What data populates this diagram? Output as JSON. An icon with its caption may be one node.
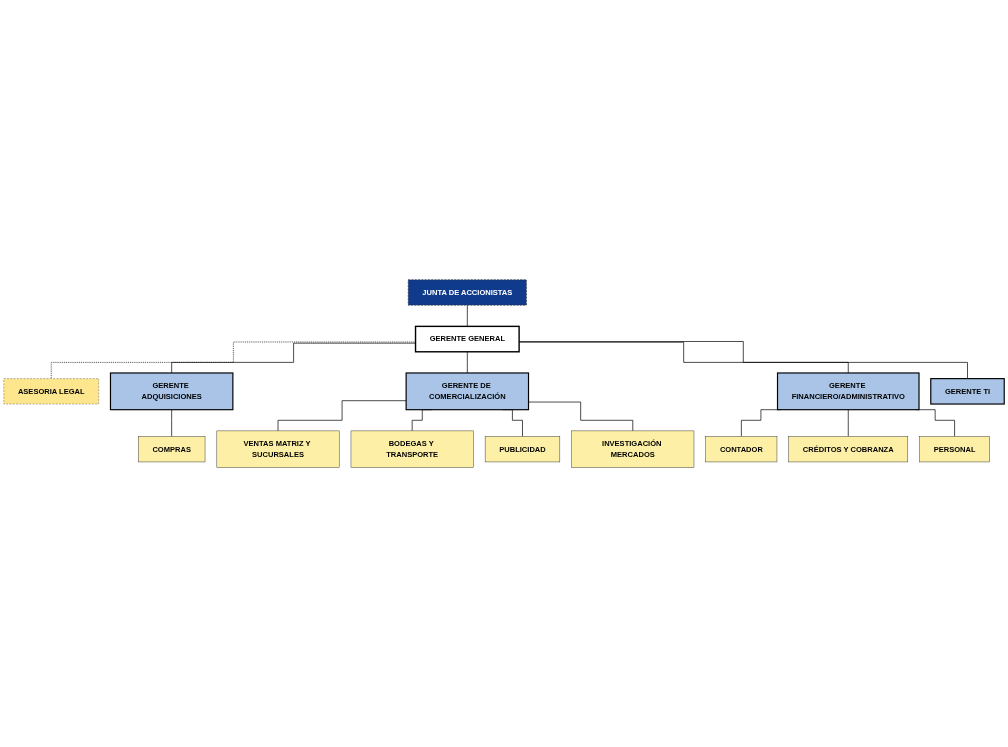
{
  "diagram": {
    "nodes": [
      {
        "text": [
          "JUNTA DE ACCIONISTAS"
        ]
      },
      {
        "text": [
          "GERENTE GENERAL"
        ]
      },
      {
        "text": [
          "ASESORIA LEGAL"
        ]
      },
      {
        "text": [
          "GERENTE ADQUISICIONES"
        ]
      },
      {
        "text": [
          "GERENTE DE COMERCIALIZACIÓN"
        ]
      },
      {
        "text": [
          "GERENTE FINANCIERO/ADMINISTRATIVO"
        ]
      },
      {
        "text": [
          "GERENTE TI"
        ]
      },
      {
        "text": [
          "COMPRAS"
        ]
      },
      {
        "text": [
          "VENTAS MATRIZ Y SUCURSALES"
        ]
      },
      {
        "text": [
          "BODEGAS Y TRANSPORTE"
        ]
      },
      {
        "text": [
          "PUBLICIDAD"
        ]
      },
      {
        "text": [
          "INVESTIGACIÓN MERCADOS"
        ]
      },
      {
        "text": [
          "CONTADOR"
        ]
      },
      {
        "text": [
          "CRÉDITOS Y COBRANZA"
        ]
      },
      {
        "text": [
          "PERSONAL"
        ]
      }
    ],
    "edges": [
      {
        "from": 0,
        "to": 1,
        "arrow": "none"
      },
      {
        "from": 1,
        "to": 2,
        "arrow": "none",
        "style": "dashed"
      },
      {
        "from": 1,
        "to": 3,
        "arrow": "none"
      },
      {
        "from": 1,
        "to": 4,
        "arrow": "none"
      },
      {
        "from": 1,
        "to": 5,
        "arrow": "none"
      },
      {
        "from": 1,
        "to": 6,
        "arrow": "none"
      },
      {
        "from": 3,
        "to": 7,
        "arrow": "none"
      },
      {
        "from": 4,
        "to": 8,
        "arrow": "none"
      },
      {
        "from": 4,
        "to": 9,
        "arrow": "none"
      },
      {
        "from": 4,
        "to": 10,
        "arrow": "none"
      },
      {
        "from": 4,
        "to": 11,
        "arrow": "none"
      },
      {
        "from": 5,
        "to": 12,
        "arrow": "none"
      },
      {
        "from": 5,
        "to": 13,
        "arrow": "none"
      },
      {
        "from": 5,
        "to": 14,
        "arrow": "none"
      }
    ]
  }
}
